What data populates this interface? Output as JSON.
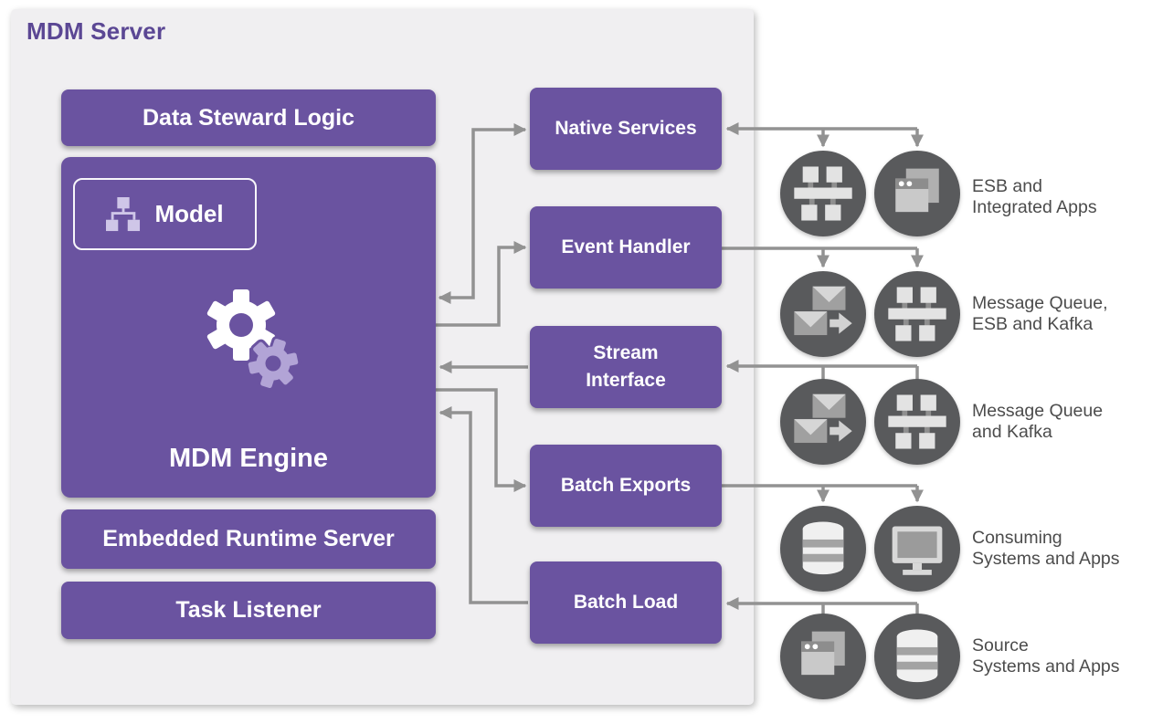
{
  "mdm_server": {
    "title": "MDM Server",
    "data_steward_logic": "Data Steward Logic",
    "model": "Model",
    "mdm_engine": "MDM Engine",
    "embedded_runtime_server": "Embedded Runtime Server",
    "task_listener": "Task Listener"
  },
  "interfaces": {
    "native_services": "Native Services",
    "event_handler": "Event Handler",
    "stream_interface": "Stream\nInterface",
    "batch_exports": "Batch Exports",
    "batch_load": "Batch Load"
  },
  "external_systems": [
    {
      "label": "ESB and\nIntegrated Apps",
      "icons": [
        "esb-icon",
        "apps-icon"
      ]
    },
    {
      "label": "Message Queue,\nESB and Kafka",
      "icons": [
        "message-queue-icon",
        "esb-icon"
      ]
    },
    {
      "label": "Message Queue\nand Kafka",
      "icons": [
        "message-queue-icon",
        "esb-icon"
      ]
    },
    {
      "label": "Consuming\nSystems and Apps",
      "icons": [
        "database-icon",
        "monitor-icon"
      ]
    },
    {
      "label": "Source\nSystems and Apps",
      "icons": [
        "apps-icon",
        "database-icon"
      ]
    }
  ],
  "connections": [
    {
      "from": "MDM Engine",
      "to": "Native Services",
      "bidirectional": true
    },
    {
      "from": "MDM Engine",
      "to": "Event Handler",
      "bidirectional": false
    },
    {
      "from": "Stream Interface",
      "to": "MDM Engine",
      "bidirectional": false
    },
    {
      "from": "MDM Engine",
      "to": "Batch Exports",
      "bidirectional": false
    },
    {
      "from": "Batch Load",
      "to": "MDM Engine",
      "bidirectional": false
    },
    {
      "from": "ESB and Integrated Apps",
      "to": "Native Services",
      "bidirectional": true
    },
    {
      "from": "Event Handler",
      "to": "Message Queue, ESB and Kafka",
      "bidirectional": false
    },
    {
      "from": "Message Queue and Kafka",
      "to": "Stream Interface",
      "bidirectional": false
    },
    {
      "from": "Batch Exports",
      "to": "Consuming Systems and Apps",
      "bidirectional": false
    },
    {
      "from": "Source Systems and Apps",
      "to": "Batch Load",
      "bidirectional": false
    }
  ],
  "colors": {
    "box_purple": "#6a53a0",
    "title_purple": "#5b4794",
    "panel_gray": "#f0eff1",
    "circle_gray": "#595a5c",
    "connector_gray": "#929292",
    "label_gray": "#4c4c4c",
    "accent_light_purple": "#b2a4d6"
  }
}
